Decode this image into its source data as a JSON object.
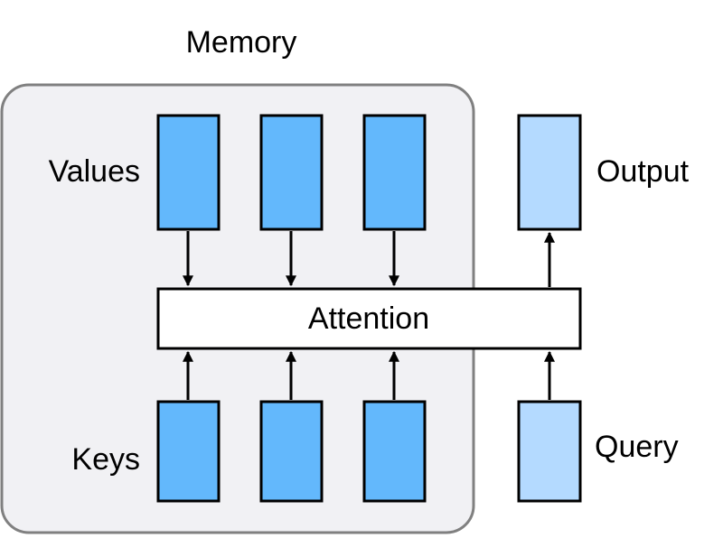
{
  "title": "Memory",
  "labels": {
    "values": "Values",
    "keys": "Keys",
    "output": "Output",
    "query": "Query",
    "attention": "Attention"
  },
  "colors": {
    "memory_fill": "#f1f1f4",
    "memory_stroke": "#808080",
    "value_key_fill": "#63b8fc",
    "query_output_fill": "#b4daff",
    "attention_fill": "#ffffff",
    "stroke": "#000000"
  }
}
